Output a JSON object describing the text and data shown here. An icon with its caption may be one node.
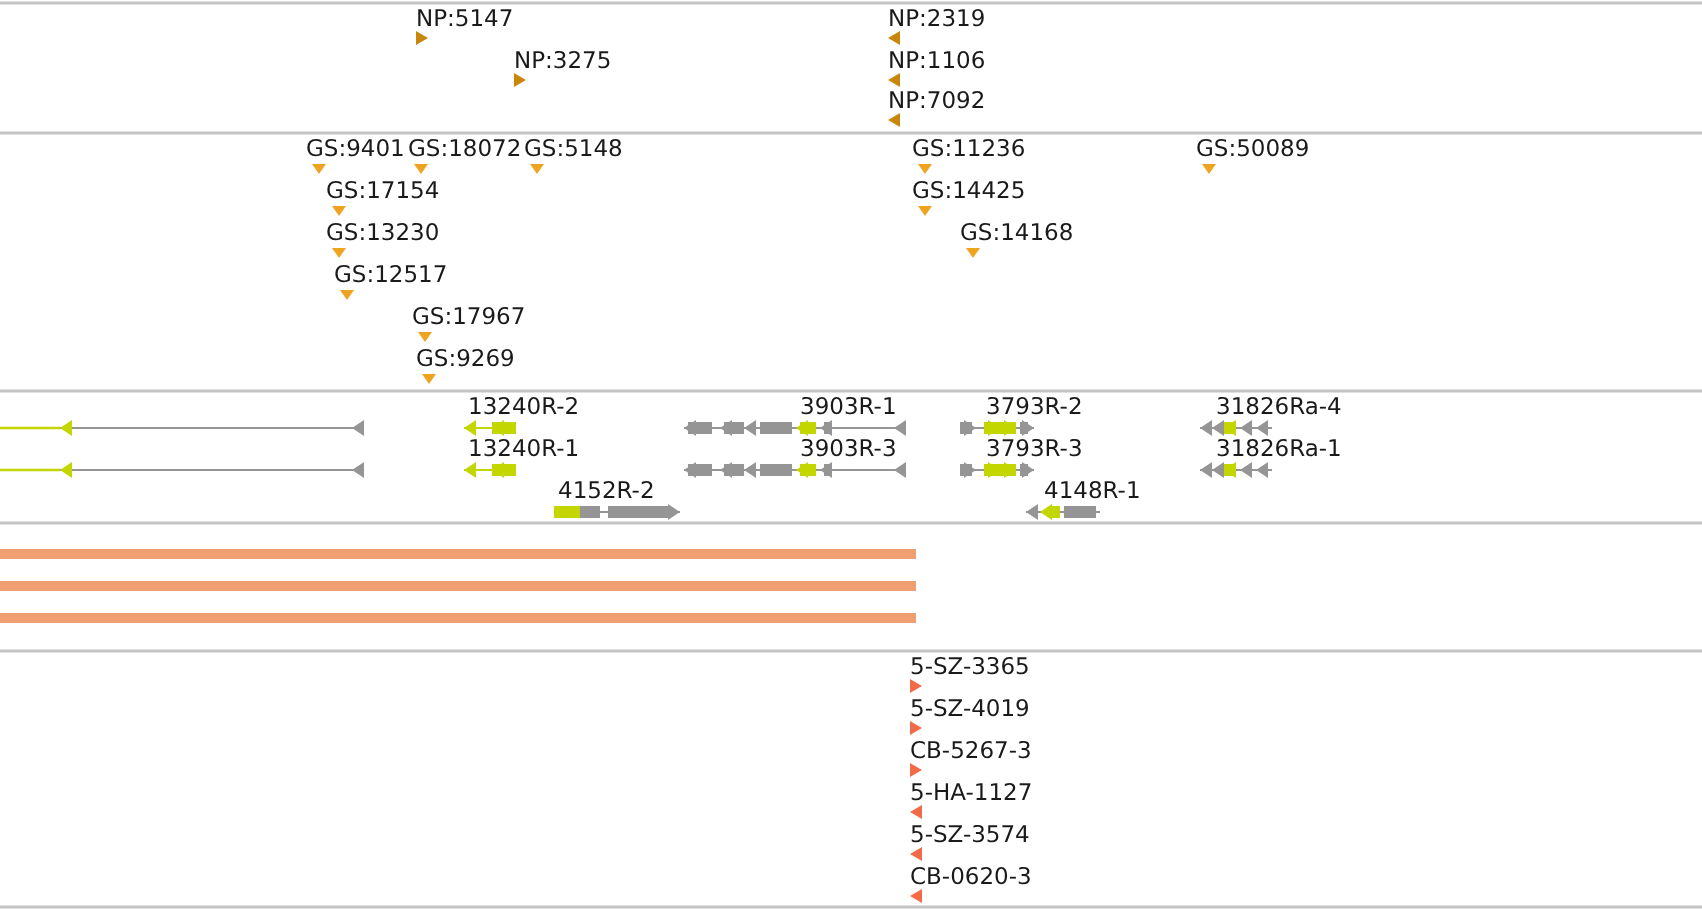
{
  "diagram": {
    "labels": [
      "NP:5147",
      "NP:2319",
      "NP:3275",
      "NP:1106",
      "NP:7092",
      "GS:9401",
      "GS:18072",
      "GS:5148",
      "GS:11236",
      "GS:50089",
      "GS:17154",
      "GS:14425",
      "GS:13230",
      "GS:14168",
      "GS:12517",
      "GS:17967",
      "GS:9269",
      "13240R-2",
      "3903R-1",
      "3793R-2",
      "31826Ra-4",
      "13240R-1",
      "3903R-3",
      "3793R-3",
      "31826Ra-1",
      "4152R-2",
      "4148R-1",
      "5-SZ-3365",
      "5-SZ-4019",
      "CB-5267-3",
      "5-HA-1127",
      "5-SZ-3574",
      "CB-0620-3"
    ]
  }
}
